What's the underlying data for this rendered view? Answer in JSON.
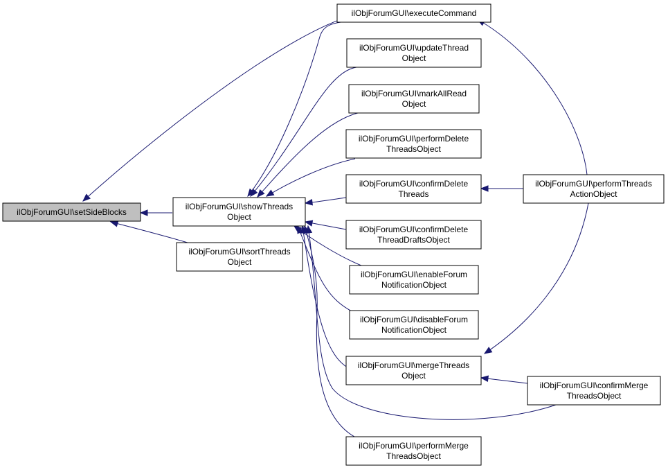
{
  "colors": {
    "edge": "#191970",
    "focus_fill": "#bfbfbf",
    "node_fill": "#ffffff",
    "border": "#000000"
  },
  "nodes": {
    "setSideBlocks": {
      "lines": [
        "ilObjForumGUI\\setSideBlocks"
      ]
    },
    "showThreadsObject": {
      "lines": [
        "ilObjForumGUI\\showThreads",
        "Object"
      ]
    },
    "sortThreadsObject": {
      "lines": [
        "ilObjForumGUI\\sortThreads",
        "Object"
      ]
    },
    "executeCommand": {
      "lines": [
        "ilObjForumGUI\\executeCommand"
      ]
    },
    "updateThreadObject": {
      "lines": [
        "ilObjForumGUI\\updateThread",
        "Object"
      ]
    },
    "markAllReadObject": {
      "lines": [
        "ilObjForumGUI\\markAllRead",
        "Object"
      ]
    },
    "performDeleteThreadsObject": {
      "lines": [
        "ilObjForumGUI\\performDelete",
        "ThreadsObject"
      ]
    },
    "confirmDeleteThreads": {
      "lines": [
        "ilObjForumGUI\\confirmDelete",
        "Threads"
      ]
    },
    "confirmDeleteThreadDraftsObject": {
      "lines": [
        "ilObjForumGUI\\confirmDelete",
        "ThreadDraftsObject"
      ]
    },
    "enableForumNotificationObject": {
      "lines": [
        "ilObjForumGUI\\enableForum",
        "NotificationObject"
      ]
    },
    "disableForumNotificationObject": {
      "lines": [
        "ilObjForumGUI\\disableForum",
        "NotificationObject"
      ]
    },
    "mergeThreadsObject": {
      "lines": [
        "ilObjForumGUI\\mergeThreads",
        "Object"
      ]
    },
    "performMergeThreadsObject": {
      "lines": [
        "ilObjForumGUI\\performMerge",
        "ThreadsObject"
      ]
    },
    "performThreadsActionObject": {
      "lines": [
        "ilObjForumGUI\\performThreads",
        "ActionObject"
      ]
    },
    "confirmMergeThreadsObject": {
      "lines": [
        "ilObjForumGUI\\confirmMerge",
        "ThreadsObject"
      ]
    }
  },
  "edges": [
    {
      "from": "showThreadsObject",
      "to": "setSideBlocks"
    },
    {
      "from": "sortThreadsObject",
      "to": "setSideBlocks"
    },
    {
      "from": "executeCommand",
      "to": "setSideBlocks"
    },
    {
      "from": "executeCommand",
      "to": "showThreadsObject"
    },
    {
      "from": "updateThreadObject",
      "to": "showThreadsObject"
    },
    {
      "from": "markAllReadObject",
      "to": "showThreadsObject"
    },
    {
      "from": "performDeleteThreadsObject",
      "to": "showThreadsObject"
    },
    {
      "from": "confirmDeleteThreads",
      "to": "showThreadsObject"
    },
    {
      "from": "confirmDeleteThreadDraftsObject",
      "to": "showThreadsObject"
    },
    {
      "from": "enableForumNotificationObject",
      "to": "showThreadsObject"
    },
    {
      "from": "disableForumNotificationObject",
      "to": "showThreadsObject"
    },
    {
      "from": "mergeThreadsObject",
      "to": "showThreadsObject"
    },
    {
      "from": "performMergeThreadsObject",
      "to": "showThreadsObject"
    },
    {
      "from": "confirmMergeThreadsObject",
      "to": "showThreadsObject"
    },
    {
      "from": "performThreadsActionObject",
      "to": "executeCommand"
    },
    {
      "from": "performThreadsActionObject",
      "to": "confirmDeleteThreads"
    },
    {
      "from": "performThreadsActionObject",
      "to": "mergeThreadsObject"
    },
    {
      "from": "confirmMergeThreadsObject",
      "to": "mergeThreadsObject"
    }
  ]
}
